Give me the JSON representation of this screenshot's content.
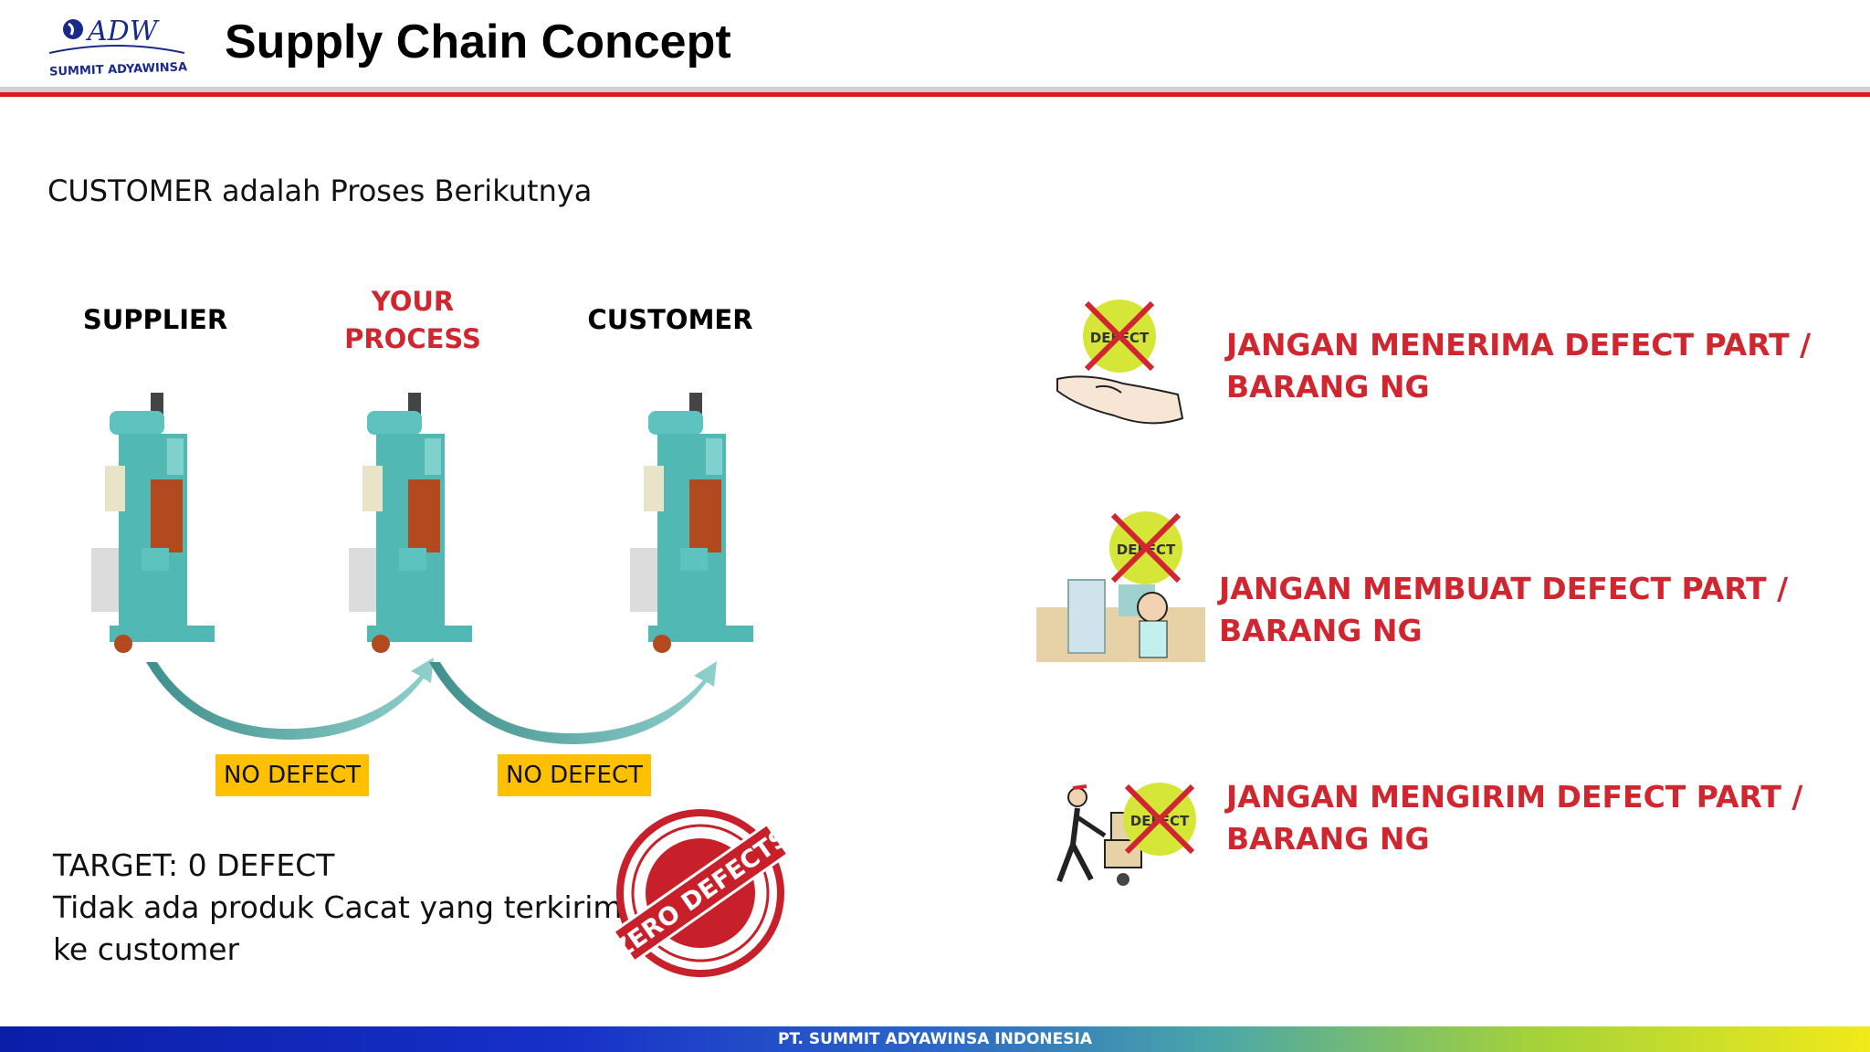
{
  "header": {
    "title": "Supply Chain Concept",
    "logo_text": "ADW",
    "logo_caption": "SUMMIT ADYAWINSA"
  },
  "subtitle": "CUSTOMER adalah Proses Berikutnya",
  "stages": [
    {
      "label_line1": "SUPPLIER",
      "label_line2": "",
      "color": "#000000"
    },
    {
      "label_line1": "YOUR",
      "label_line2": "PROCESS",
      "color": "#d0262f"
    },
    {
      "label_line1": "CUSTOMER",
      "label_line2": "",
      "color": "#000000"
    }
  ],
  "badges": [
    "NO DEFECT",
    "NO DEFECT"
  ],
  "target": {
    "line1": "TARGET: 0 DEFECT",
    "line2": "Tidak ada produk Cacat yang terkirim",
    "line3": "ke customer"
  },
  "stamp": {
    "text": "ZERO DEFECTS"
  },
  "rules": [
    {
      "line1": "JANGAN MENERIMA DEFECT PART /",
      "line2": "BARANG NG",
      "icon": "receiving-hand-no-defect-icon"
    },
    {
      "line1": "JANGAN MEMBUAT DEFECT PART /",
      "line2": "BARANG NG",
      "icon": "worker-no-defect-icon"
    },
    {
      "line1": "JANGAN MENGIRIM DEFECT PART /",
      "line2": "BARANG NG",
      "icon": "delivery-no-defect-icon"
    }
  ],
  "defect_sign_text": "DEFECT",
  "footer": {
    "text": "PT. SUMMIT ADYAWINSA INDONESIA"
  },
  "colors": {
    "accent_red": "#d0262f",
    "badge_yellow": "#ffc000",
    "machine_teal": "#52b8b4"
  }
}
